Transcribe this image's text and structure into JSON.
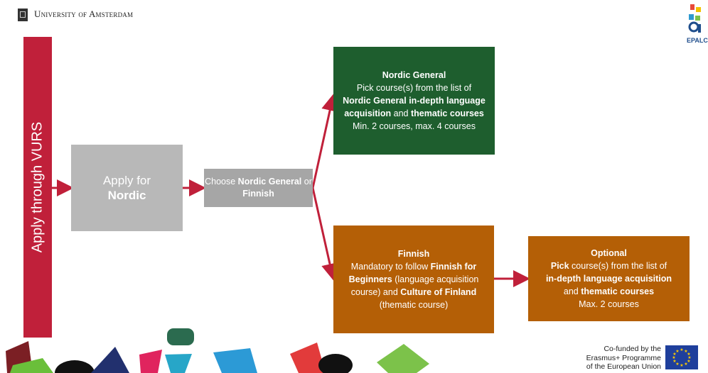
{
  "header": {
    "university": "University of Amsterdam",
    "partner_logo_text": "EPALC"
  },
  "vertical_bar": {
    "label": "Apply through VURS"
  },
  "apply_box": {
    "line1": "Apply for",
    "line2": "Nordic"
  },
  "choose_box": {
    "prefix": "Choose ",
    "option_a": "Nordic General",
    "connector": " or ",
    "option_b": "Finnish"
  },
  "nordic_box": {
    "title": "Nordic General",
    "line1": "Pick course(s) from the list of",
    "bold1": "Nordic General in-depth language acquisition",
    "and": " and ",
    "bold2": "thematic courses",
    "limits": "Min. 2 courses, max. 4 courses"
  },
  "finnish_box": {
    "title": "Finnish",
    "pre": "Mandatory to follow ",
    "bold1": "Finnish for Beginners",
    "mid": " (language acquisition course) and ",
    "bold2": "Culture of Finland",
    "post": " (thematic course)"
  },
  "optional_box": {
    "title": "Optional",
    "bold_pick": "Pick",
    "line1": " course(s) from the list of",
    "bold1": "in-depth language acquisition",
    "and": "and ",
    "bold2": "thematic courses",
    "limits": "Max. 2 courses"
  },
  "footer": {
    "cofund_line1": "Co-funded by the",
    "cofund_line2": "Erasmus+ Programme",
    "cofund_line3": "of the European Union"
  },
  "colors": {
    "red": "#c0203a",
    "green": "#1e5e2e",
    "orange": "#b45f06",
    "grey": "#a6a6a6"
  }
}
